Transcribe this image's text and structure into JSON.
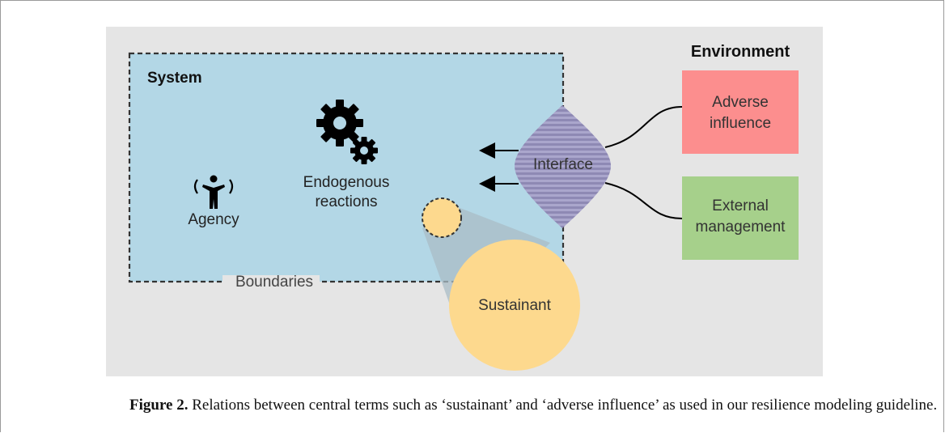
{
  "diagram": {
    "environment_label": "Environment",
    "system_label": "System",
    "agency_label": "Agency",
    "endogenous_label_line1": "Endogenous",
    "endogenous_label_line2": "reactions",
    "boundaries_label": "Boundaries",
    "interface_label": "Interface",
    "sustainant_label": "Sustainant",
    "adverse_label_line1": "Adverse",
    "adverse_label_line2": "influence",
    "external_label_line1": "External",
    "external_label_line2": "management",
    "colors": {
      "background": "#e5e5e5",
      "system_fill": "#b3d7e6",
      "adverse_fill": "#fc8e8e",
      "external_fill": "#a6d08b",
      "sustainant_fill": "#fdd98e",
      "interface_fill": "#aaa6cc"
    }
  },
  "caption": {
    "label": "Figure 2.",
    "text": " Relations between central terms such as ‘sustainant’ and ‘adverse influence’ as used in our resilience modeling guideline."
  }
}
